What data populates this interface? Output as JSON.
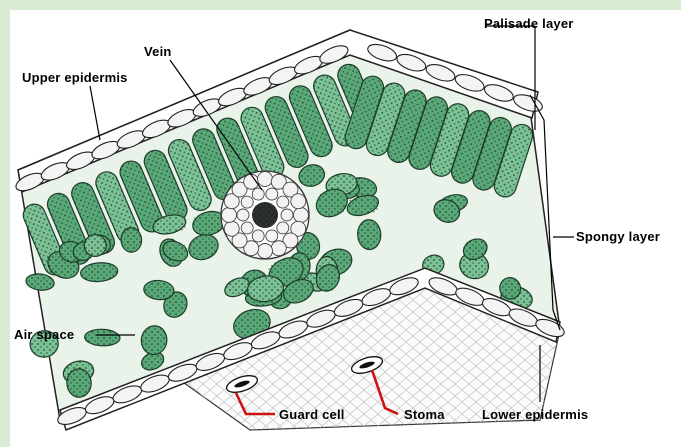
{
  "labels": {
    "palisade": "Palisade layer",
    "vein": "Vein",
    "upper_epidermis": "Upper epidermis",
    "spongy": "Spongy layer",
    "air_space": "Air space",
    "guard_cell": "Guard cell",
    "stoma": "Stoma",
    "lower_epidermis": "Lower epidermis"
  },
  "colors": {
    "background": "#d7ecd3",
    "cell_fill": "#5aa878",
    "cell_light": "#7cc196",
    "epidermis_fill": "#f4f4f4",
    "leader_red": "#cc1111"
  }
}
